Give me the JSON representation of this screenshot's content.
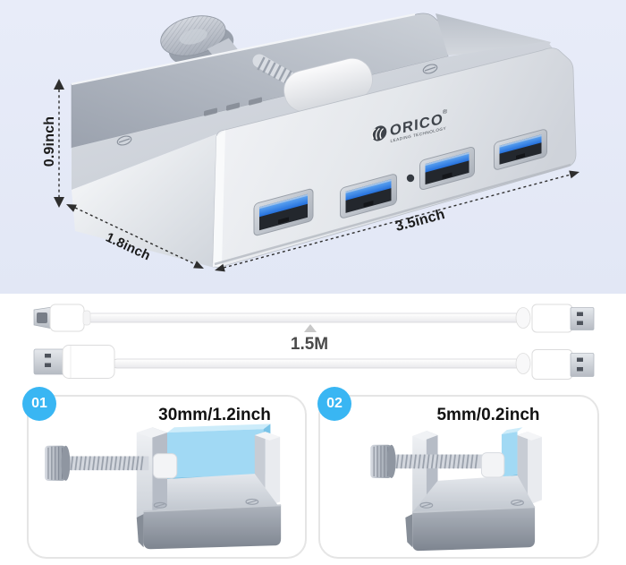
{
  "hero": {
    "brand": "ORICO",
    "brand_registered": "®",
    "brand_tagline": "LEADING TECHNOLOGY",
    "dimension_height": "0.9inch",
    "dimension_depth": "1.8inch",
    "dimension_width": "3.5inch"
  },
  "cable": {
    "length_label": "1.5M"
  },
  "clamp_cards": [
    {
      "badge": "01",
      "opening_label": "30mm/1.2inch"
    },
    {
      "badge": "02",
      "opening_label": "5mm/0.2inch"
    }
  ],
  "ports": {
    "count": 4
  },
  "colors": {
    "hero_background": "#e5e9f7",
    "badge_blue": "#39b6f3",
    "usb_port_blue": "#2f7fe3",
    "gap_highlight_blue": "#9cd7f3",
    "label_text": "#1a1a1a",
    "cable_label_text": "#4a4a4a"
  }
}
